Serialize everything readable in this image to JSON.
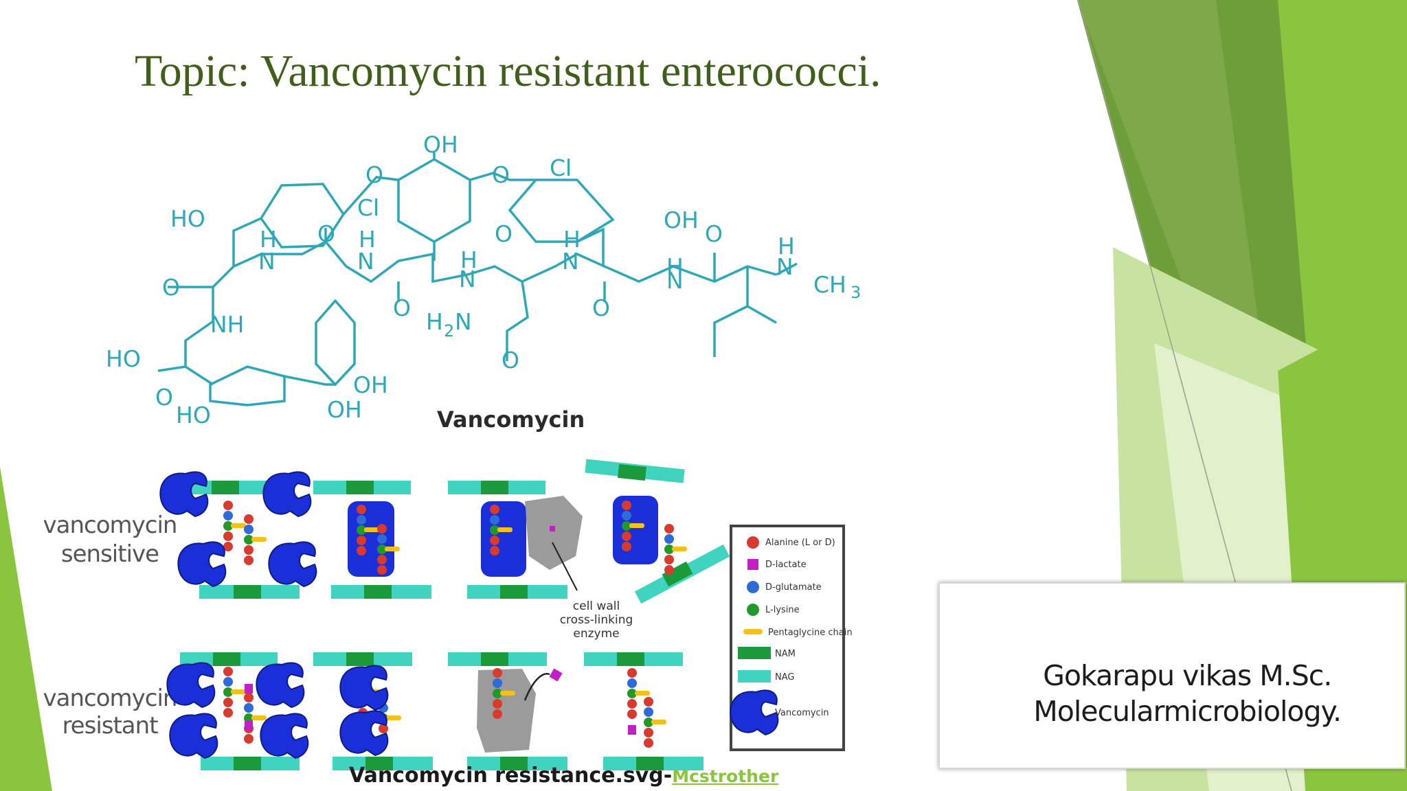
{
  "slide": {
    "title": "Topic: Vancomycin resistant enterococci.",
    "accent_colors": [
      "#8bc53f",
      "#6e9e3a",
      "#4f7a28",
      "#c8e3a0"
    ]
  },
  "structure": {
    "name": "Vancomycin",
    "atom_labels": [
      "OH",
      "O",
      "O",
      "Cl",
      "Cl",
      "HO",
      "OH",
      "H",
      "N",
      "O",
      "H",
      "N",
      "H",
      "N",
      "O",
      "H",
      "N",
      "H",
      "N",
      "O",
      "H",
      "N",
      "CH",
      "3",
      "O",
      "O",
      "O",
      "NH",
      "H",
      "2",
      "N",
      "O",
      "HO",
      "O",
      "HO",
      "OH",
      "OH"
    ]
  },
  "mechanism": {
    "rows": [
      "vancomycin\nsensitive",
      "vancomycin\nresistant"
    ],
    "row_sensitive_1": "vancomycin",
    "row_sensitive_2": "sensitive",
    "row_resistant_1": "vancomycin",
    "row_resistant_2": "resistant",
    "enzyme_label_1": "cell wall",
    "enzyme_label_2": "cross-linking",
    "enzyme_label_3": "enzyme",
    "legend": [
      {
        "label": "Alanine (L or D)",
        "color": "#d83a2e",
        "icon": "red-sphere"
      },
      {
        "label": "D-lactate",
        "color": "#c21fc8",
        "icon": "magenta-square"
      },
      {
        "label": "D-glutamate",
        "color": "#2e6bd8",
        "icon": "blue-sphere"
      },
      {
        "label": "L-lysine",
        "color": "#1f9a2a",
        "icon": "green-sphere"
      },
      {
        "label": "Pentaglycine chain",
        "color": "#f2c21b",
        "icon": "yellow-bar"
      },
      {
        "label": "NAM",
        "color": "#1a9a3a",
        "icon": "green-bar"
      },
      {
        "label": "NAG",
        "color": "#3fd3c0",
        "icon": "teal-bar"
      },
      {
        "label": "Vancomycin",
        "color": "#1b2fd8",
        "icon": "vancomycin-clamp"
      }
    ]
  },
  "caption": {
    "text": "Vancomycin resistance.svg-",
    "link": "Mcstrother"
  },
  "author": {
    "line1": "Gokarapu vikas M.Sc.",
    "line2": "Molecularmicrobiology."
  }
}
